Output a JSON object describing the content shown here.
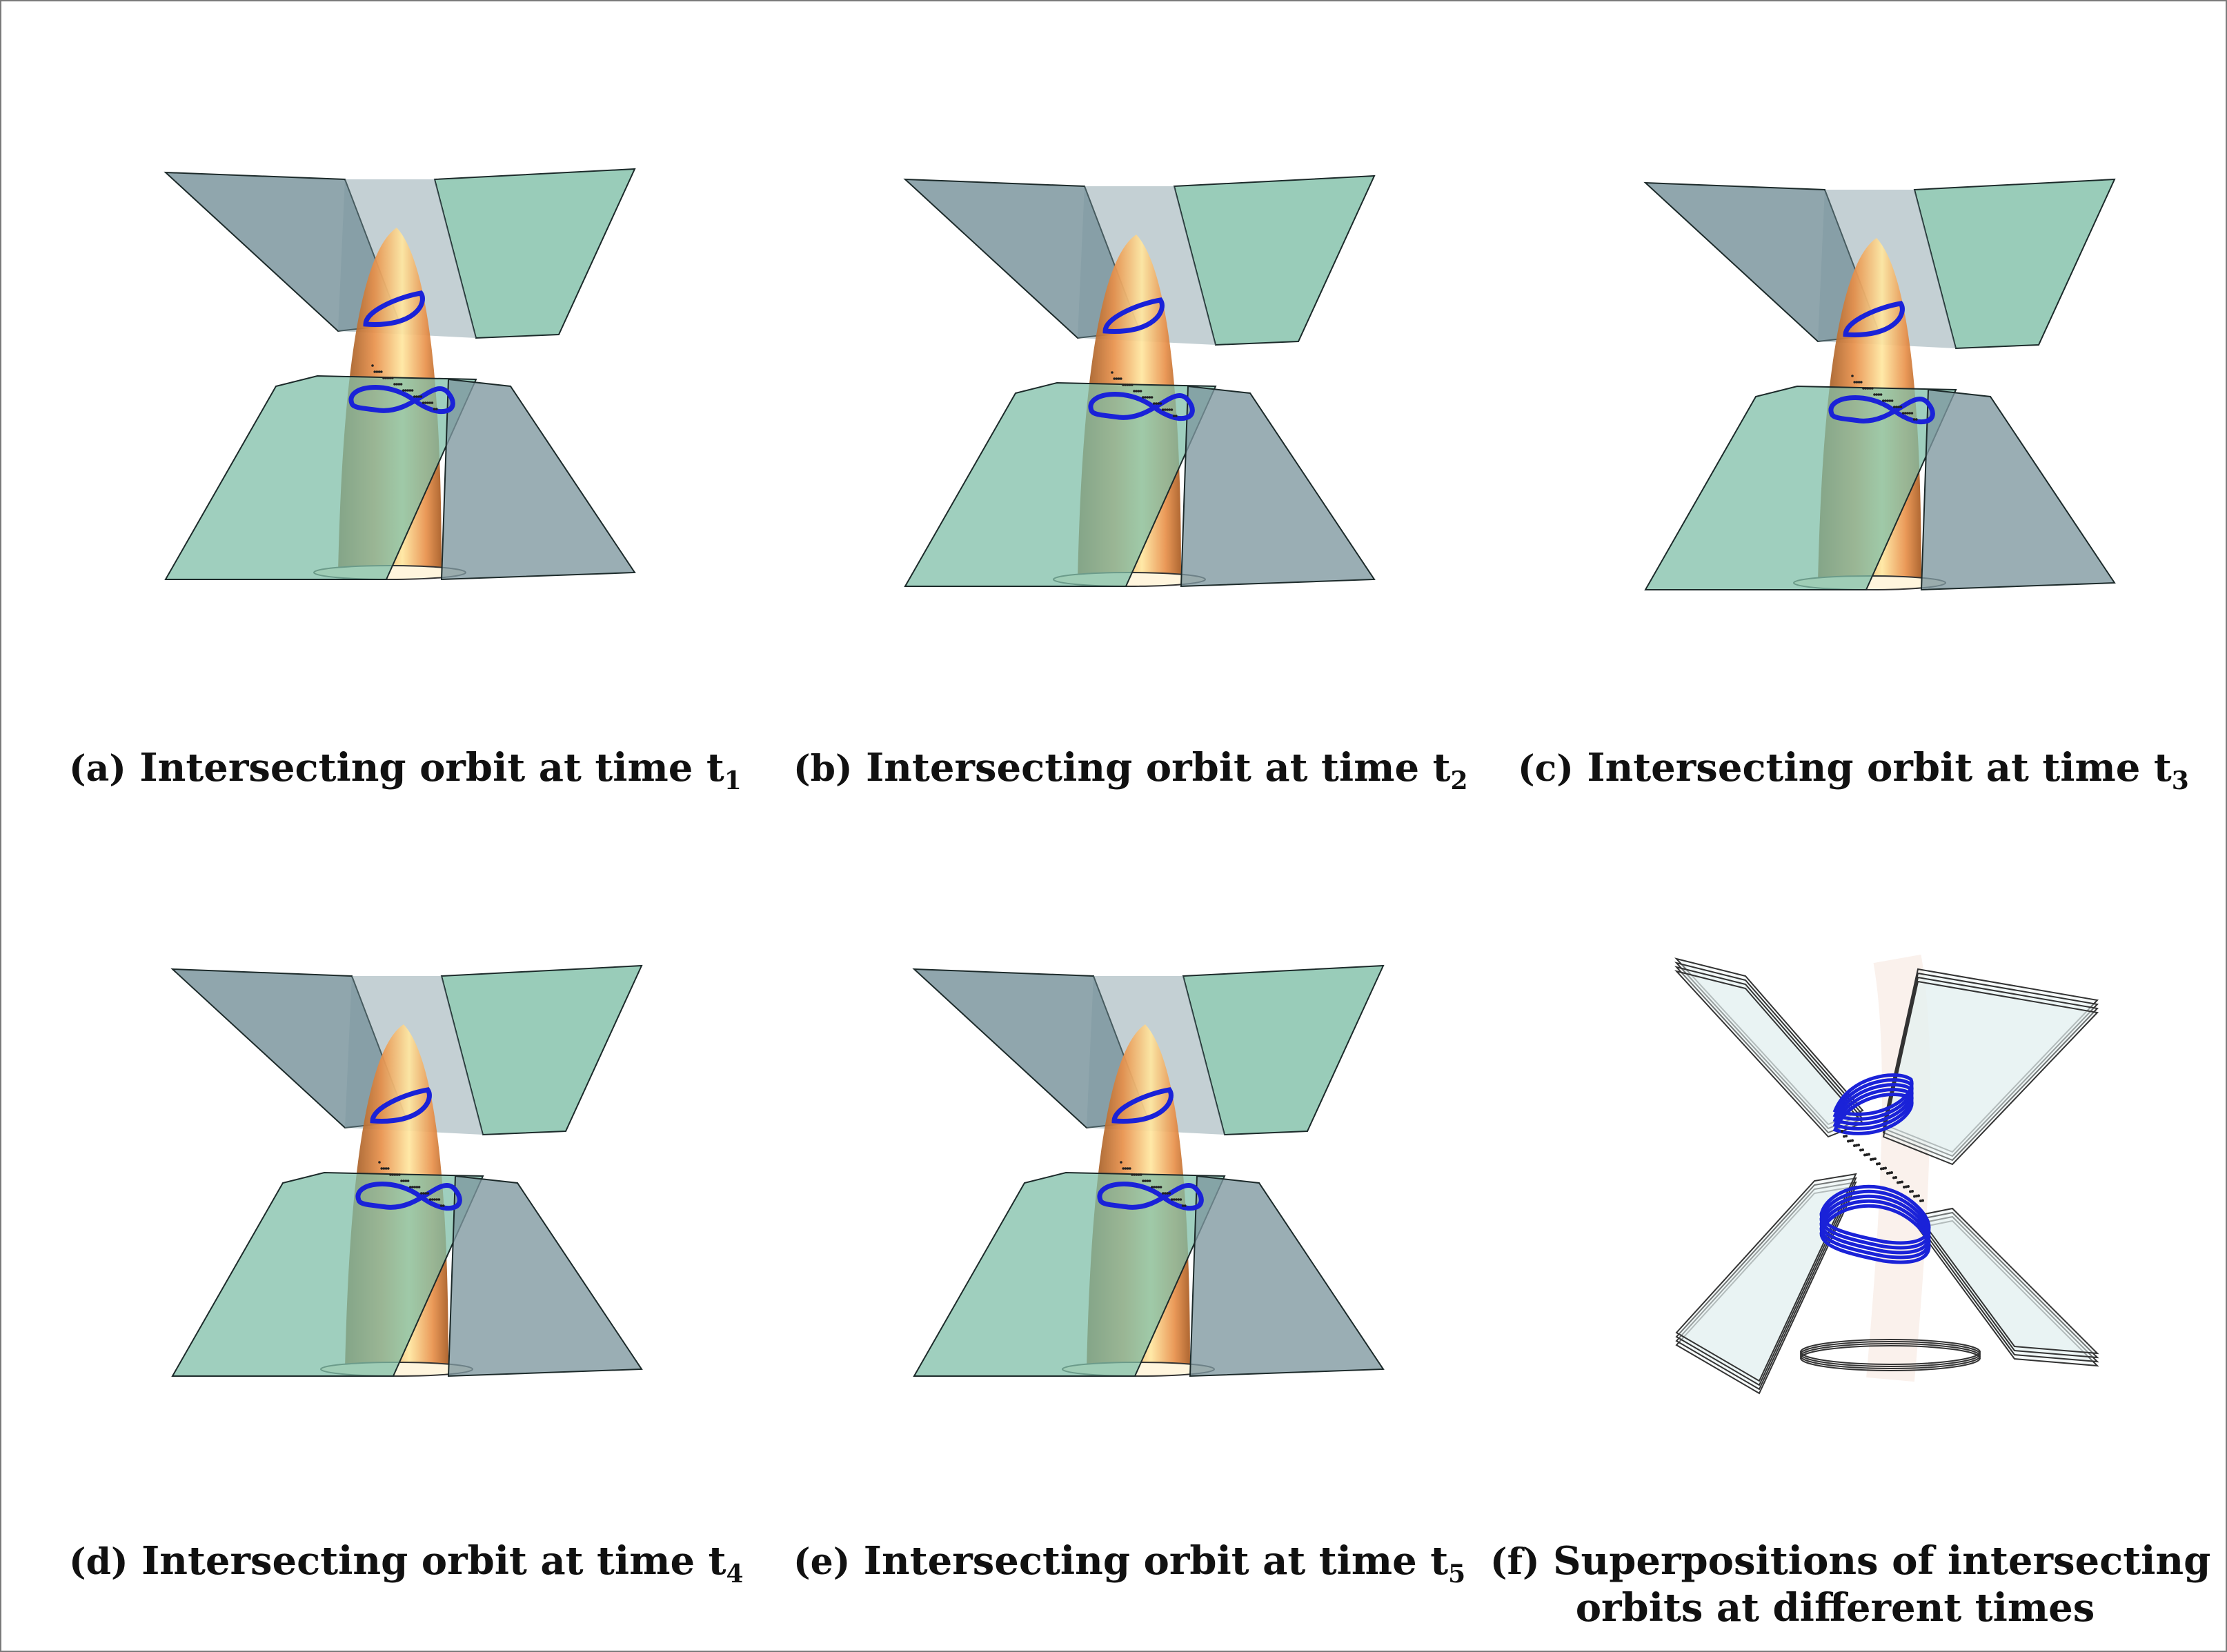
{
  "figure": {
    "panels": [
      {
        "label": "(a)",
        "text": "Intersecting orbit at time t",
        "sub": "1",
        "variant": "single"
      },
      {
        "label": "(b)",
        "text": "Intersecting orbit at time t",
        "sub": "2",
        "variant": "single"
      },
      {
        "label": "(c)",
        "text": "Intersecting orbit at time t",
        "sub": "3",
        "variant": "single"
      },
      {
        "label": "(d)",
        "text": "Intersecting orbit at time t",
        "sub": "4",
        "variant": "single"
      },
      {
        "label": "(e)",
        "text": "Intersecting orbit at time t",
        "sub": "5",
        "variant": "single"
      },
      {
        "label": "(f)",
        "line1": "Superpositions of intersecting",
        "line2": "orbits at different times",
        "variant": "superposition"
      }
    ],
    "colors": {
      "sheet_green": "#7fbfa8",
      "sheet_slate": "#7d979f",
      "cone_orange": "#e8904a",
      "cone_light": "#ffe7a0",
      "orbit_blue": "#1a22d8",
      "ghost_sheet": "#e4f0f1"
    }
  }
}
